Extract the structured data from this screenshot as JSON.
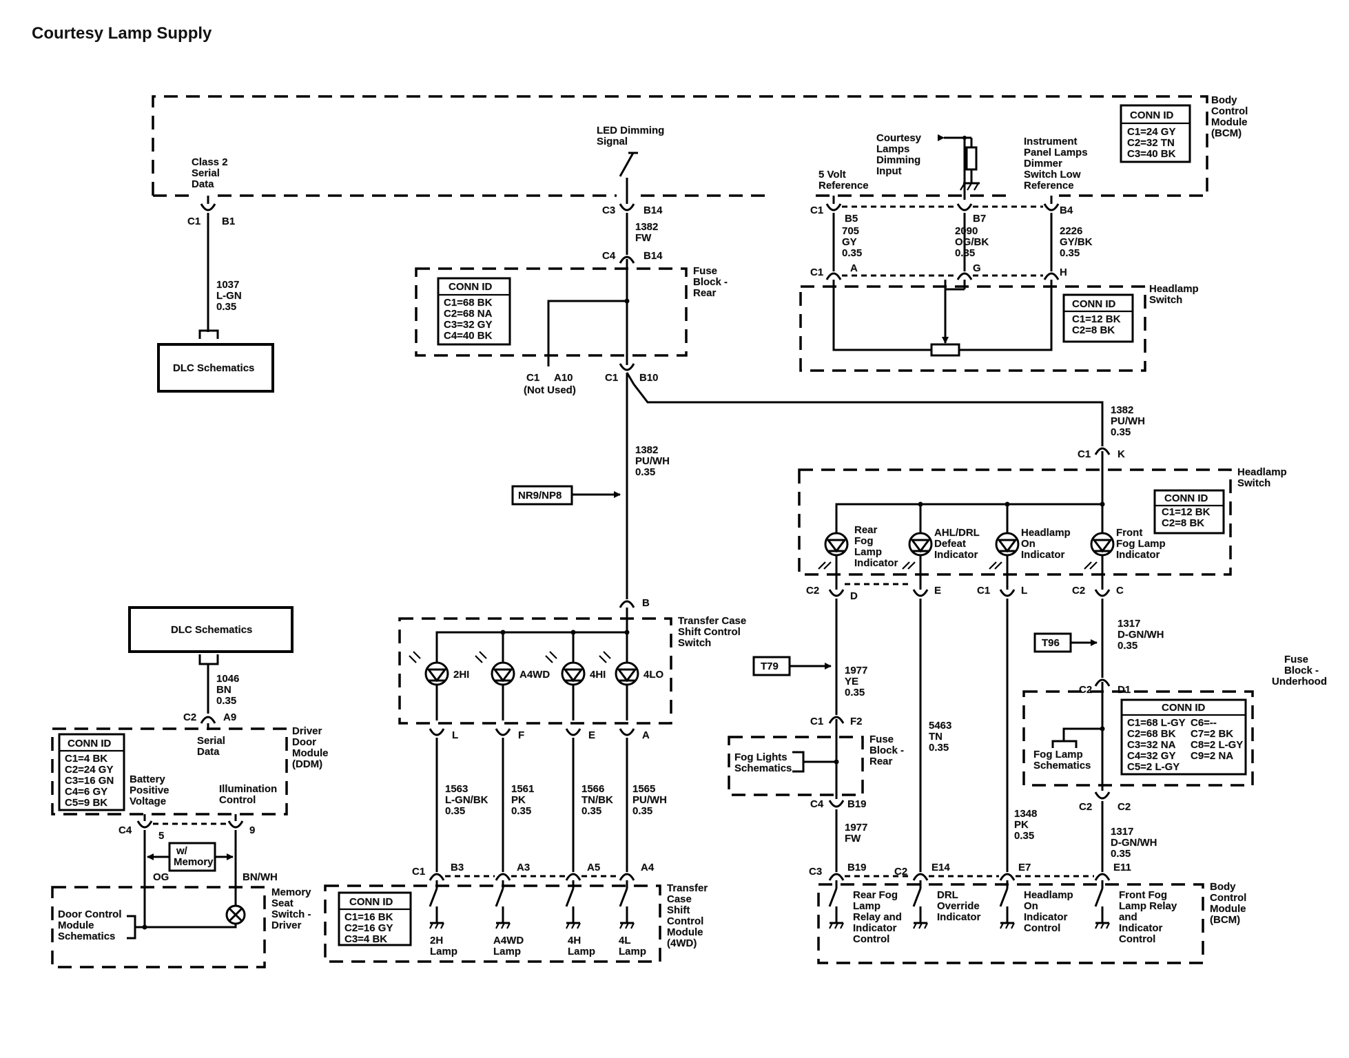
{
  "title": "Courtesy Lamp Supply",
  "bcm_top": {
    "name": [
      "Body",
      "Control",
      "Module",
      "(BCM)"
    ],
    "conn_id": {
      "title": "CONN ID",
      "rows": [
        "C1=24 GY",
        "C2=32 TN",
        "C3=40 BK"
      ]
    },
    "class2": [
      "Class 2",
      "Serial",
      "Data"
    ],
    "led_dimming": [
      "LED Dimming",
      "Signal"
    ],
    "courtesy_input": [
      "Courtesy",
      "Lamps",
      "Dimming",
      "Input"
    ],
    "five_volt": [
      "5 Volt",
      "Reference"
    ],
    "ip_dimmer": [
      "Instrument",
      "Panel Lamps",
      "Dimmer",
      "Switch Low",
      "Reference"
    ]
  },
  "pins": {
    "c1": "C1",
    "b1": "B1",
    "c3": "C3",
    "b14": "B14",
    "c4": "C4",
    "b14b": "B14",
    "c1_b5": "C1",
    "b5": "B5",
    "b7": "B7",
    "b4": "B4",
    "c1_a": "C1",
    "a": "A",
    "g": "G",
    "h": "H",
    "c1_a10": "C1",
    "a10": "A10",
    "not_used": "(Not Used)",
    "c1_b10": "C1",
    "b10": "B10",
    "c1_k": "C1",
    "k": "K",
    "b_tc": "B",
    "tc_l": "L",
    "tc_f": "F",
    "tc_e": "E",
    "tc_a": "A",
    "c1_b3": "C1",
    "b3": "B3",
    "a3": "A3",
    "a5": "A5",
    "a4": "A4",
    "c2_a9": "C2",
    "a9": "A9",
    "c4_ddm": "C4",
    "p5": "5",
    "p9": "9",
    "c2_d": "C2",
    "d": "D",
    "e": "E",
    "c1_l": "C1",
    "l": "L",
    "c2_c": "C2",
    "c": "C",
    "c2_d1": "C2",
    "d1": "D1",
    "c1_f2": "C1",
    "f2": "F2",
    "c4_b19": "C4",
    "b19": "B19",
    "c2_c2": "C2",
    "c2": "C2",
    "c3_b19": "C3",
    "b19b": "B19",
    "c2_e14": "C2",
    "e14": "E14",
    "e7": "E7",
    "e11": "E11"
  },
  "wires": {
    "w1037": [
      "1037",
      "L-GN",
      "0.35"
    ],
    "w1382fw": [
      "1382",
      "FW"
    ],
    "w705": [
      "705",
      "GY",
      "0.35"
    ],
    "w2090": [
      "2090",
      "OG/BK",
      "0.35"
    ],
    "w2226": [
      "2226",
      "GY/BK",
      "0.35"
    ],
    "w1382pu": [
      "1382",
      "PU/WH",
      "0.35"
    ],
    "w1382pu_r": [
      "1382",
      "PU/WH",
      "0.35"
    ],
    "w1046": [
      "1046",
      "BN",
      "0.35"
    ],
    "w1563": [
      "1563",
      "L-GN/BK",
      "0.35"
    ],
    "w1561": [
      "1561",
      "PK",
      "0.35"
    ],
    "w1566": [
      "1566",
      "TN/BK",
      "0.35"
    ],
    "w1565": [
      "1565",
      "PU/WH",
      "0.35"
    ],
    "w1977ye": [
      "1977",
      "YE",
      "0.35"
    ],
    "w1977fw": [
      "1977",
      "FW"
    ],
    "w5463": [
      "5463",
      "TN",
      "0.35"
    ],
    "w1348": [
      "1348",
      "PK",
      "0.35"
    ],
    "w1317a": [
      "1317",
      "D-GN/WH",
      "0.35"
    ],
    "w1317b": [
      "1317",
      "D-GN/WH",
      "0.35"
    ],
    "og": "OG",
    "bnwh": "BN/WH"
  },
  "fuse_rear": {
    "name": [
      "Fuse",
      "Block -",
      "Rear"
    ],
    "conn_id": {
      "title": "CONN ID",
      "rows": [
        "C1=68 BK",
        "C2=68 NA",
        "C3=32 GY",
        "C4=40 BK"
      ]
    }
  },
  "fuse_rear2": {
    "name": [
      "Fuse",
      "Block -",
      "Rear"
    ]
  },
  "headlamp_top": {
    "name": [
      "Headlamp",
      "Switch"
    ],
    "conn_id": {
      "title": "CONN ID",
      "rows": [
        "C1=12 BK",
        "C2=8 BK"
      ]
    }
  },
  "headlamp_mid": {
    "name": [
      "Headlamp",
      "Switch"
    ],
    "conn_id": {
      "title": "CONN ID",
      "rows": [
        "C1=12 BK",
        "C2=8 BK"
      ]
    },
    "indicators": {
      "rear_fog": [
        "Rear",
        "Fog",
        "Lamp",
        "Indicator"
      ],
      "ahl": [
        "AHL/DRL",
        "Defeat",
        "Indicator"
      ],
      "headlamp_on": [
        "Headlamp",
        "On",
        "Indicator"
      ],
      "front_fog": [
        "Front",
        "Fog Lamp",
        "Indicator"
      ]
    }
  },
  "dlc1": "DLC Schematics",
  "dlc2": "DLC Schematics",
  "nr9": "NR9/NP8",
  "t79": "T79",
  "t96": "T96",
  "fog_lights": [
    "Fog Lights",
    "Schematics"
  ],
  "transfer_switch": {
    "name": [
      "Transfer Case",
      "Shift Control",
      "Switch"
    ],
    "leds": [
      "2HI",
      "A4WD",
      "4HI",
      "4LO"
    ]
  },
  "transfer_module": {
    "name": [
      "Transfer",
      "Case",
      "Shift",
      "Control",
      "Module",
      "(4WD)"
    ],
    "conn_id": {
      "title": "CONN ID",
      "rows": [
        "C1=16 BK",
        "C2=16 GY",
        "C3=4 BK"
      ]
    },
    "lamps": [
      [
        "2H",
        "Lamp"
      ],
      [
        "A4WD",
        "Lamp"
      ],
      [
        "4H",
        "Lamp"
      ],
      [
        "4L",
        "Lamp"
      ]
    ]
  },
  "ddm": {
    "name": [
      "Driver",
      "Door",
      "Module",
      "(DDM)"
    ],
    "conn_id": {
      "title": "CONN ID",
      "rows": [
        "C1=4 BK",
        "C2=24 GY",
        "C3=16 GN",
        "C4=6 GY",
        "C5=9 BK"
      ]
    },
    "serial": [
      "Serial",
      "Data"
    ],
    "battery": [
      "Battery",
      "Positive",
      "Voltage"
    ],
    "illum": [
      "Illumination",
      "Control"
    ]
  },
  "memory_seat": {
    "name": [
      "Memory",
      "Seat",
      "Switch -",
      "Driver"
    ],
    "w_memory": [
      "w/",
      "Memory"
    ],
    "door_ctrl": [
      "Door Control",
      "Module",
      "Schematics"
    ]
  },
  "fuse_underhood": {
    "name": [
      "Fuse",
      "Block -",
      "Underhood"
    ],
    "conn_id": {
      "title": "CONN ID",
      "rows": [
        [
          "C1=68 L-GY",
          "C6=--"
        ],
        [
          "C2=68 BK",
          "C7=2 BK"
        ],
        [
          "C3=32 NA",
          "C8=2 L-GY"
        ],
        [
          "C4=32 GY",
          "C9=2 NA"
        ],
        [
          "C5=2 L-GY",
          ""
        ]
      ]
    },
    "fog_lamp": [
      "Fog Lamp",
      "Schematics"
    ]
  },
  "bcm_bottom": {
    "name": [
      "Body",
      "Control",
      "Module",
      "(BCM)"
    ],
    "outputs": {
      "rear_fog": [
        "Rear Fog",
        "Lamp",
        "Relay and",
        "Indicator",
        "Control"
      ],
      "drl": [
        "DRL",
        "Override",
        "Indicator"
      ],
      "headlamp": [
        "Headlamp",
        "On",
        "Indicator",
        "Control"
      ],
      "front_fog": [
        "Front Fog",
        "Lamp Relay",
        "and",
        "Indicator",
        "Control"
      ]
    }
  }
}
